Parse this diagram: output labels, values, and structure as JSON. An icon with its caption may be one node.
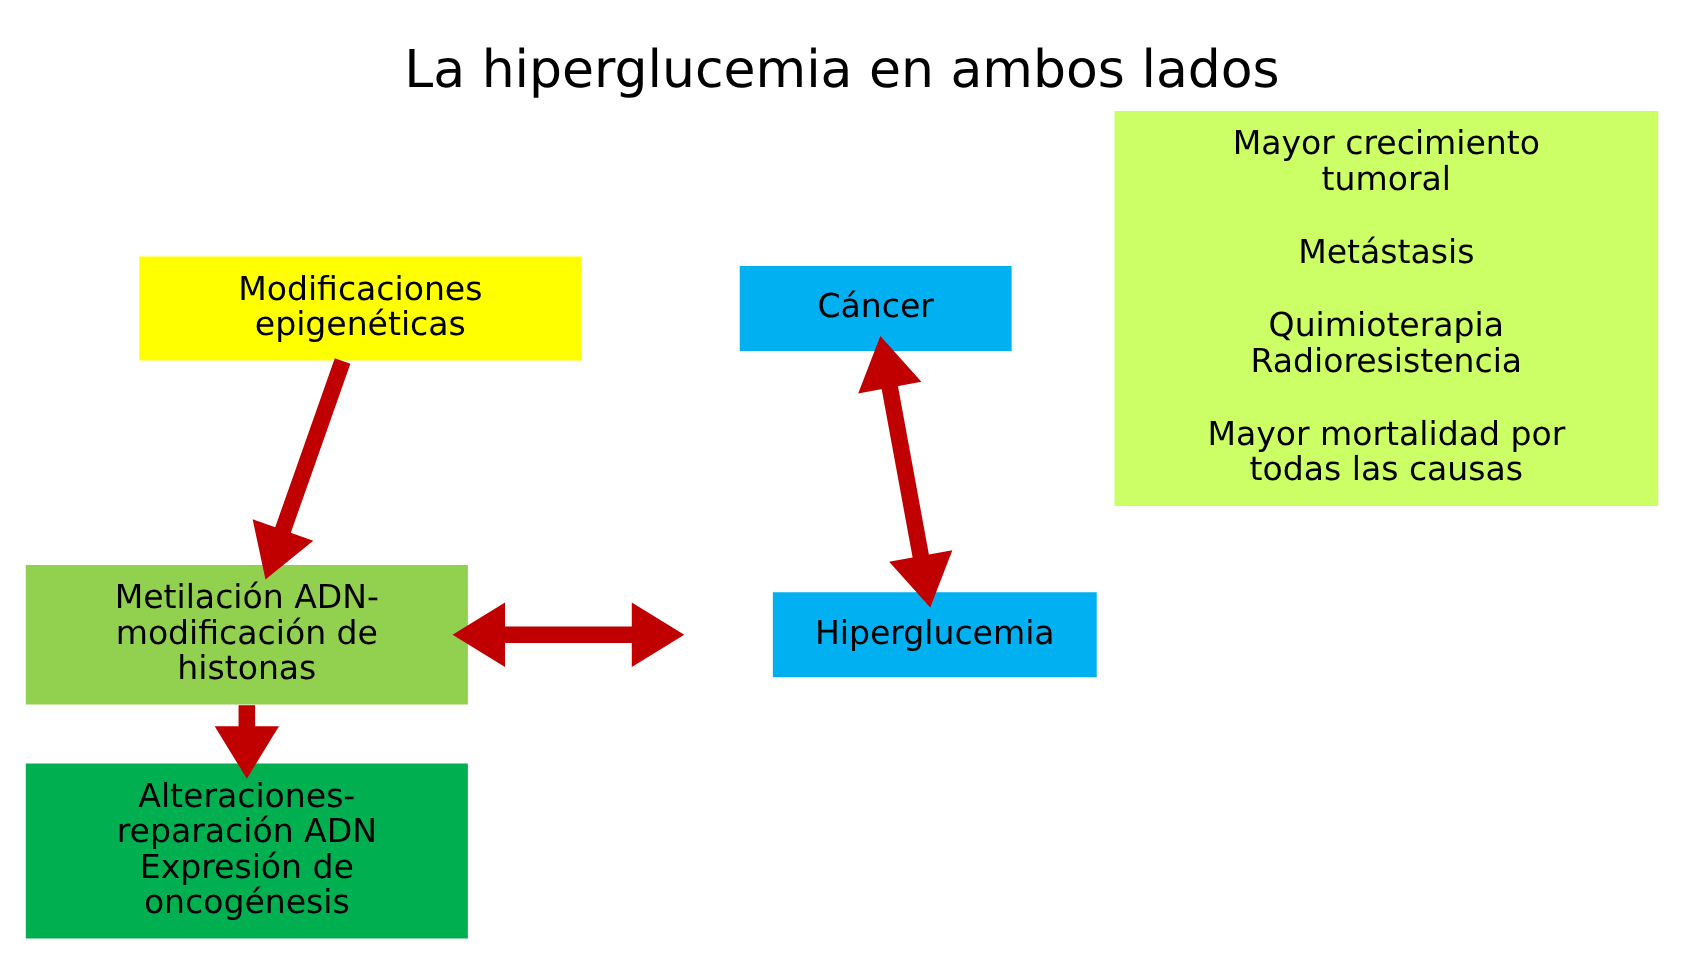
{
  "diagram": {
    "title": "La hiperglucemia en ambos lados",
    "nodes": [
      {
        "text": [
          "Modificaciones epigenéticas"
        ]
      },
      {
        "text": [
          "Metilación ADN- modificación de histonas"
        ]
      },
      {
        "text": [
          "Alteraciones- reparación ADN Expresión de oncogénesis"
        ]
      },
      {
        "text": [
          "Cáncer"
        ]
      },
      {
        "text": [
          "Hiperglucemia"
        ]
      },
      {
        "text": [
          "Mayor crecimiento tumoral",
          "Metástasis",
          "Quimioterapia Radioresistencia",
          "Mayor mortalidad por todas las causas"
        ]
      }
    ],
    "edges": [
      {
        "from": 0,
        "to": 1,
        "arrow": "to"
      },
      {
        "from": 1,
        "to": 2,
        "arrow": "to"
      },
      {
        "from": 1,
        "to": null,
        "arrow": "both"
      },
      {
        "from": 3,
        "to": 4,
        "arrow": "both"
      }
    ]
  }
}
